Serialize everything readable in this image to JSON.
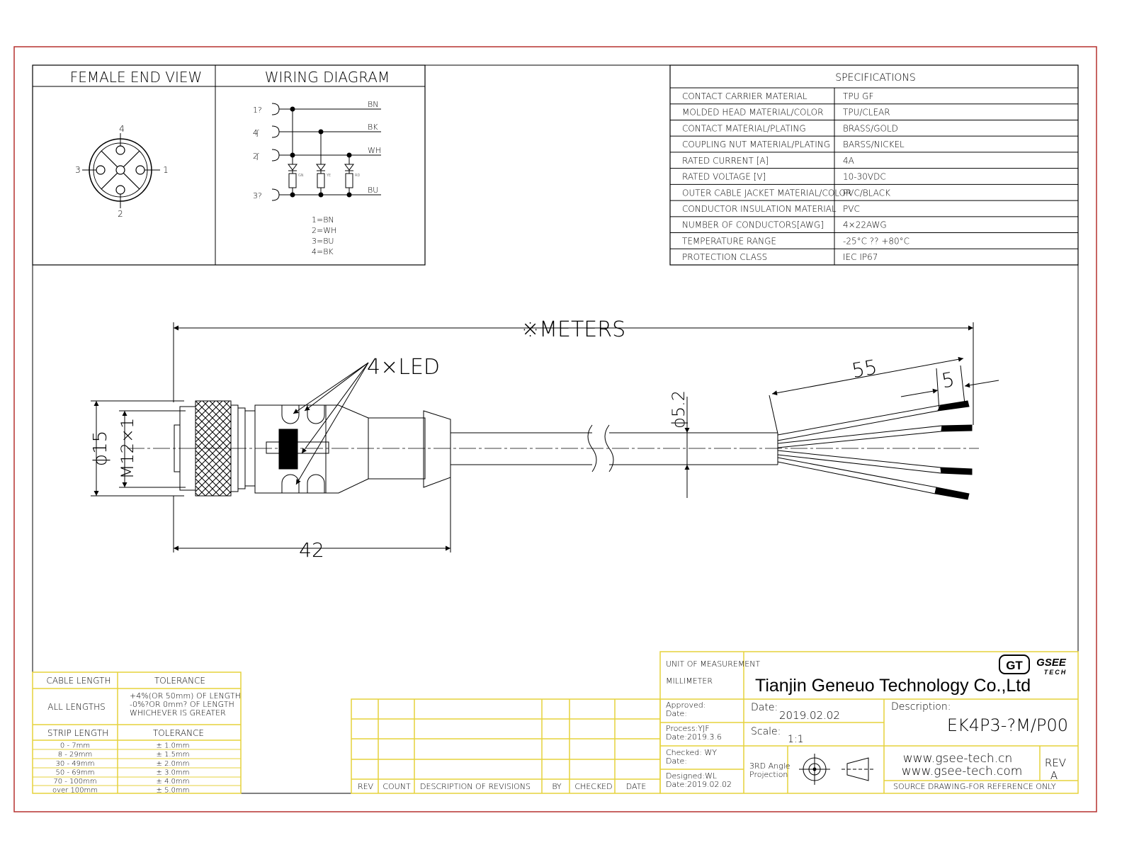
{
  "colors": {
    "frame": "#b5302f",
    "yellow": "#e6d23c",
    "ink": "#000000"
  },
  "female_end_view": {
    "title": "FEMALE END VIEW",
    "pins": [
      "4",
      "3",
      "1",
      "2"
    ]
  },
  "wiring_diagram": {
    "title": "WIRING DIAGRAM",
    "pins": [
      "1?",
      "4",
      "2",
      "3?"
    ],
    "wires": [
      "BN",
      "BK",
      "WH",
      "BU"
    ],
    "leds": [
      "GN",
      "YE",
      "RD"
    ],
    "legend": [
      "1=BN",
      "2=WH",
      "3=BU",
      "4=BK"
    ]
  },
  "specifications": {
    "title": "SPECIFICATIONS",
    "rows": [
      {
        "label": "CONTACT CARRIER MATERIAL",
        "value": "TPU  GF"
      },
      {
        "label": "MOLDED HEAD MATERIAL/COLOR",
        "value": "TPU/CLEAR"
      },
      {
        "label": "CONTACT MATERIAL/PLATING",
        "value": "BRASS/GOLD"
      },
      {
        "label": "COUPLING NUT MATERIAL/PLATING",
        "value": "BARSS/NICKEL"
      },
      {
        "label": "RATED CURRENT [A]",
        "value": "4A"
      },
      {
        "label": "RATED VOLTAGE [V]",
        "value": "10-30VDC"
      },
      {
        "label": "OUTER CABLE JACKET MATERIAL/COLOR",
        "value": "PVC/BLACK"
      },
      {
        "label": "CONDUCTOR INSULATION MATERIAL",
        "value": "PVC"
      },
      {
        "label": "NUMBER OF CONDUCTORS[AWG]",
        "value": "4×22AWG"
      },
      {
        "label": "TEMPERATURE RANGE",
        "value": "-25°C ?? +80°C"
      },
      {
        "label": "PROTECTION CLASS",
        "value": "IEC  IP67"
      }
    ]
  },
  "drawing": {
    "length_label": "※METERS",
    "led_label": "4×LED",
    "dim_diameter": "ϕ15",
    "dim_thread": "M12×1",
    "dim_cable": "ϕ5.2",
    "dim_length": "42",
    "dim_strip": "55",
    "dim_strip_end": "5"
  },
  "tolerance_table": {
    "header_left": "CABLE LENGTH",
    "header_right": "TOLERANCE",
    "all_lengths_label": "ALL LENGTHS",
    "all_lengths_text": [
      "+4%(OR 50mm) OF LENGTH",
      "-0%?OR 0mm? OF LENGTH",
      "WHICHEVER  IS  GREATER"
    ],
    "strip_header_left": "STRIP LENGTH",
    "strip_header_right": "TOLERANCE",
    "strip_rows": [
      {
        "range": "0 - 7mm",
        "tol": "± 1.0mm"
      },
      {
        "range": "8 - 29mm",
        "tol": "± 1.5mm"
      },
      {
        "range": "30 - 49mm",
        "tol": "± 2.0mm"
      },
      {
        "range": "50 - 69mm",
        "tol": "± 3.0mm"
      },
      {
        "range": "70 - 100mm",
        "tol": "± 4.0mm"
      },
      {
        "range": "over 100mm",
        "tol": "± 5.0mm"
      }
    ]
  },
  "revisions": {
    "headers": [
      "REV",
      "COUNT",
      "DESCRIPTION  OF  REVISIONS",
      "BY",
      "CHECKED",
      "DATE"
    ]
  },
  "title_block": {
    "unit_label": "UNIT OF MEASUREMENT",
    "unit_value": "MILLIMETER",
    "company": "Tianjin Geneuo Technology Co.,Ltd",
    "logo_left": "GT",
    "logo_top": "GSEE",
    "logo_bottom": "TECH",
    "approved_label": "Approved:",
    "approved_date_label": "Date:",
    "process_label": "Process:YJF",
    "process_date": "Date:2019.3.6",
    "checked_label": "Checked: WY",
    "checked_date_label": "Date:",
    "designed_label": "Designed:WL",
    "designed_date": "Date:2019.02.02",
    "date_label": "Date:",
    "date_value": "2019.02.02",
    "scale_label": "Scale:",
    "scale_value": "1:1",
    "projection_label_1": "3RD Angle",
    "projection_label_2": "Projection",
    "description_label": "Description:",
    "description_value": "EK4P3-?M/P00",
    "web_1": "www.gsee-tech.cn",
    "web_2": "www.gsee-tech.com",
    "rev_label": "REV",
    "rev_value": "A",
    "note": "SOURCE DRAWING-FOR REFERENCE ONLY"
  }
}
